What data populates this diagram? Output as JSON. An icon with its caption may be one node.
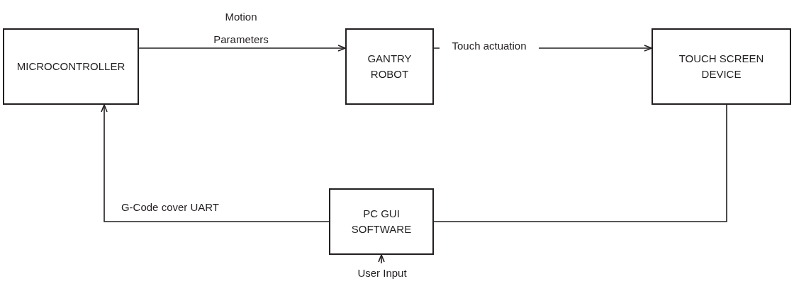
{
  "diagram": {
    "nodes": [
      {
        "text": [
          "MICROCONTROLLER"
        ]
      },
      {
        "text": [
          "GANTRY ROBOT"
        ]
      },
      {
        "text": [
          "TOUCH SCREEN DEVICE"
        ]
      },
      {
        "text": [
          "PC GUI SOFTWARE"
        ]
      },
      {
        "text": [
          "User Input"
        ]
      }
    ],
    "edges": [
      {
        "from": 0,
        "to": 1,
        "arrow": "to",
        "label": "Motion Parameters"
      },
      {
        "from": 1,
        "to": 2,
        "arrow": "to",
        "label": "Touch actuation"
      },
      {
        "from": 3,
        "to": 0,
        "arrow": "to",
        "label": "G-Code cover UART"
      },
      {
        "from": 3,
        "to": 2,
        "arrow": "none"
      },
      {
        "from": 4,
        "to": 3,
        "arrow": "to"
      }
    ]
  }
}
